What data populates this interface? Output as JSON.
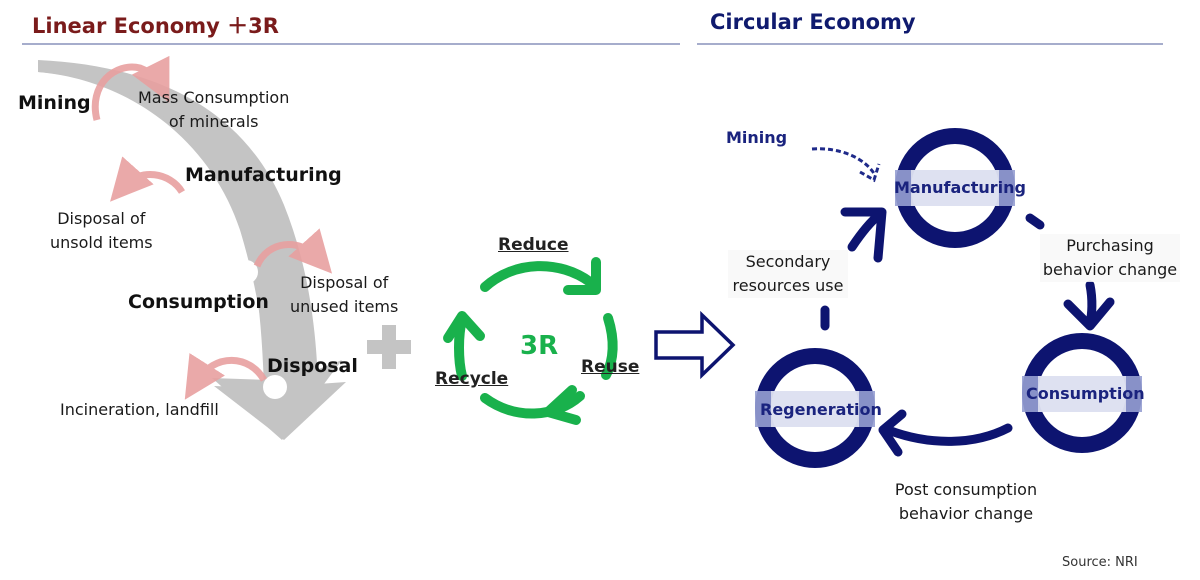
{
  "linear": {
    "title": "Linear Economy ＋3R",
    "stages": [
      {
        "label": "Mining",
        "side_effect": [
          "Mass Consumption",
          "of minerals"
        ]
      },
      {
        "label": "Manufacturing",
        "side_effect": [
          "Disposal of",
          "unsold items"
        ]
      },
      {
        "label": "Consumption",
        "side_effect": [
          "Disposal of",
          "unused items"
        ]
      },
      {
        "label": "Disposal",
        "side_effect": [
          "Incineration, landfill"
        ]
      }
    ],
    "plus_symbol": "+"
  },
  "three_r": {
    "center": "3R",
    "items": [
      "Reduce",
      "Reuse",
      "Recycle"
    ]
  },
  "circular": {
    "title": "Circular Economy",
    "source_input": "Mining",
    "nodes": [
      "Manufacturing",
      "Consumption",
      "Regeneration"
    ],
    "transitions": [
      [
        "Purchasing",
        "behavior change"
      ],
      [
        "Post consumption",
        "behavior change"
      ],
      [
        "Secondary",
        "resources use"
      ]
    ]
  },
  "footer": {
    "source": "Source: NRI"
  },
  "colors": {
    "linear_title": "#7a1b1b",
    "circular_title": "#0f1a6e",
    "gray_arrow": "#c4c4c4",
    "pink_arrow": "#e8a0a0",
    "green": "#19b14c",
    "navy": "#0d1470",
    "band": "#969ed2"
  }
}
